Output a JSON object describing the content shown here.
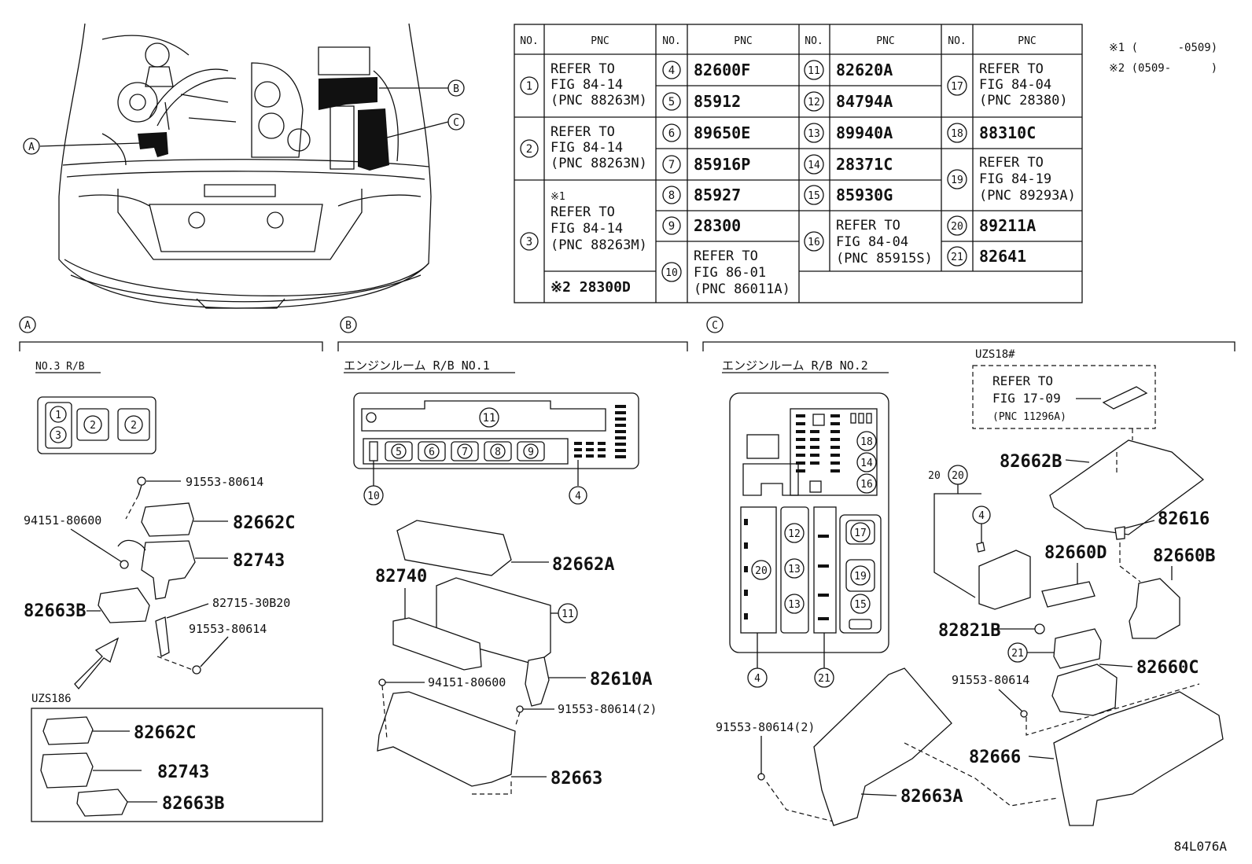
{
  "table": {
    "header_no": "NO.",
    "header_pnc": "PNC",
    "col1": [
      {
        "num": "1",
        "lines": [
          "REFER TO",
          "FIG 84-14",
          "(PNC 88263M)"
        ]
      },
      {
        "num": "2",
        "lines": [
          "REFER TO",
          "FIG 84-14",
          "(PNC 88263N)"
        ]
      },
      {
        "num": "3",
        "lines": [
          "※1",
          "REFER TO",
          "FIG 84-14",
          "(PNC 88263M)"
        ],
        "extra": "※2 28300D"
      }
    ],
    "col2": [
      {
        "num": "4",
        "pnc": "82600F"
      },
      {
        "num": "5",
        "pnc": "85912"
      },
      {
        "num": "6",
        "pnc": "89650E"
      },
      {
        "num": "7",
        "pnc": "85916P"
      },
      {
        "num": "8",
        "pnc": "85927"
      },
      {
        "num": "9",
        "pnc": "28300"
      },
      {
        "num": "10",
        "lines": [
          "REFER TO",
          "FIG 86-01",
          "(PNC 86011A)"
        ]
      }
    ],
    "col3": [
      {
        "num": "11",
        "pnc": "82620A"
      },
      {
        "num": "12",
        "pnc": "84794A"
      },
      {
        "num": "13",
        "pnc": "89940A"
      },
      {
        "num": "14",
        "pnc": "28371C"
      },
      {
        "num": "15",
        "pnc": "85930G"
      },
      {
        "num": "16",
        "lines": [
          "REFER TO",
          "FIG 84-04",
          "(PNC 85915S)"
        ]
      }
    ],
    "col4": [
      {
        "num": "17",
        "lines": [
          "REFER TO",
          "FIG 84-04",
          "(PNC 28380)"
        ]
      },
      {
        "num": "18",
        "pnc": "88310C"
      },
      {
        "num": "19",
        "lines": [
          "REFER TO",
          "FIG 84-19",
          "(PNC 89293A)"
        ]
      },
      {
        "num": "20",
        "pnc": "89211A"
      },
      {
        "num": "21",
        "pnc": "82641"
      }
    ]
  },
  "notes": [
    "※1 (      -0509)",
    "※2 (0509-      )"
  ],
  "callouts": {
    "a": "A",
    "b": "B",
    "c": "C"
  },
  "sectionA": {
    "title": "NO.3 R/B",
    "parts": {
      "p91553_top": "91553-80614",
      "p82662C": "82662C",
      "p94151": "94151-80600",
      "p82743": "82743",
      "p82663B": "82663B",
      "p82715": "82715-30B20",
      "p91553_bot": "91553-80614"
    },
    "variant_title": "UZS186",
    "variant_parts": [
      "82662C",
      "82743",
      "82663B"
    ]
  },
  "sectionB": {
    "title": "エンジンルーム R/B NO.1",
    "parts": {
      "p82662A": "82662A",
      "p82740": "82740",
      "p94151": "94151-80600",
      "p82610A": "82610A",
      "p91553": "91553-80614(2)",
      "p82663": "82663"
    }
  },
  "sectionC": {
    "title": "エンジンルーム R/B NO.2",
    "variant_title": "UZS18#",
    "refer_lines": [
      "REFER TO",
      "FIG 17-09",
      "(PNC 11296A)"
    ],
    "parts": {
      "p82662B": "82662B",
      "p82616": "82616",
      "p82660D": "82660D",
      "p82660B": "82660B",
      "p82821B": "82821B",
      "p91553_r": "91553-80614",
      "p82660C": "82660C",
      "p82666": "82666",
      "p91553_l": "91553-80614(2)",
      "p82663A": "82663A"
    }
  },
  "figure_id": "84L076A"
}
